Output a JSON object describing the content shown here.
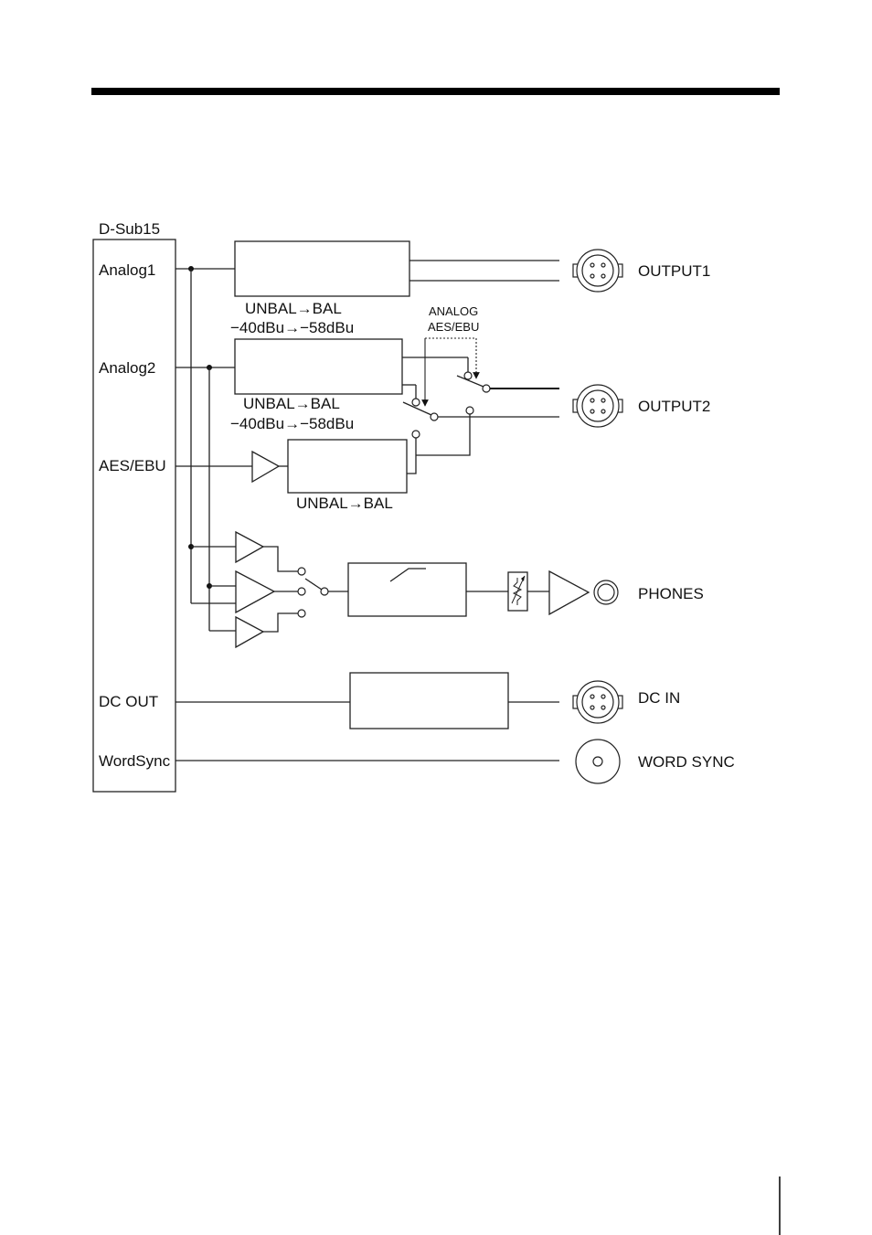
{
  "dsub": {
    "title": "D-Sub15",
    "pins": {
      "analog1": "Analog1",
      "analog2": "Analog2",
      "aes_ebu": "AES/EBU",
      "dc_out": "DC OUT",
      "word_sync": "WordSync"
    }
  },
  "blocks": {
    "analog2_conv": "UNBAL→BAL",
    "analog2_level": "−40dBu→−58dBu",
    "analog1_conv": "UNBAL→BAL",
    "analog1_level": "−40dBu→−58dBu",
    "aes_conv": "UNBAL→BAL"
  },
  "switch_label": {
    "line1": "ANALOG",
    "line2": "AES/EBU"
  },
  "connectors": {
    "output1": "OUTPUT1",
    "output2": "OUTPUT2",
    "phones": "PHONES",
    "dc_in": "DC IN",
    "word_sync": "WORD SYNC"
  }
}
